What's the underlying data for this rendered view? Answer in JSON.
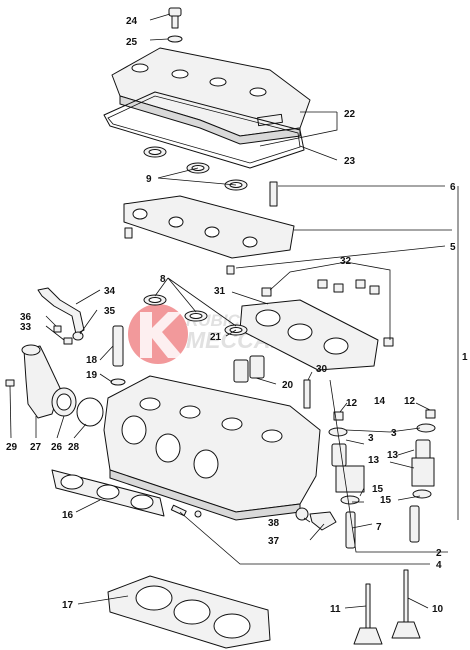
{
  "diagram": {
    "title": "",
    "callouts": [
      "1",
      "2",
      "3",
      "3",
      "4",
      "5",
      "6",
      "7",
      "8",
      "9",
      "10",
      "11",
      "12",
      "12",
      "13",
      "13",
      "14",
      "15",
      "15",
      "16",
      "17",
      "18",
      "19",
      "20",
      "21",
      "22",
      "23",
      "24",
      "25",
      "26",
      "27",
      "28",
      "29",
      "30",
      "31",
      "32",
      "33",
      "34",
      "35",
      "36",
      "37",
      "38"
    ],
    "parts": [
      "cylinder-head",
      "cylinder-head-cover",
      "cover-gasket",
      "cylinder-head-gasket",
      "exhaust-flange-gasket",
      "camshaft-bearing-caps",
      "spark-plug-tube-seals",
      "thermostat-housing",
      "water-hose",
      "valve-springs",
      "intake-valve",
      "exhaust-valve"
    ]
  },
  "watermark": {
    "brand_top": "RUBICONE",
    "brand_bottom": "MECCANICA",
    "mark_color": "#e8474a"
  },
  "colors": {
    "line": "#111111",
    "part_fill": "#f2f2f2",
    "background": "#ffffff"
  }
}
